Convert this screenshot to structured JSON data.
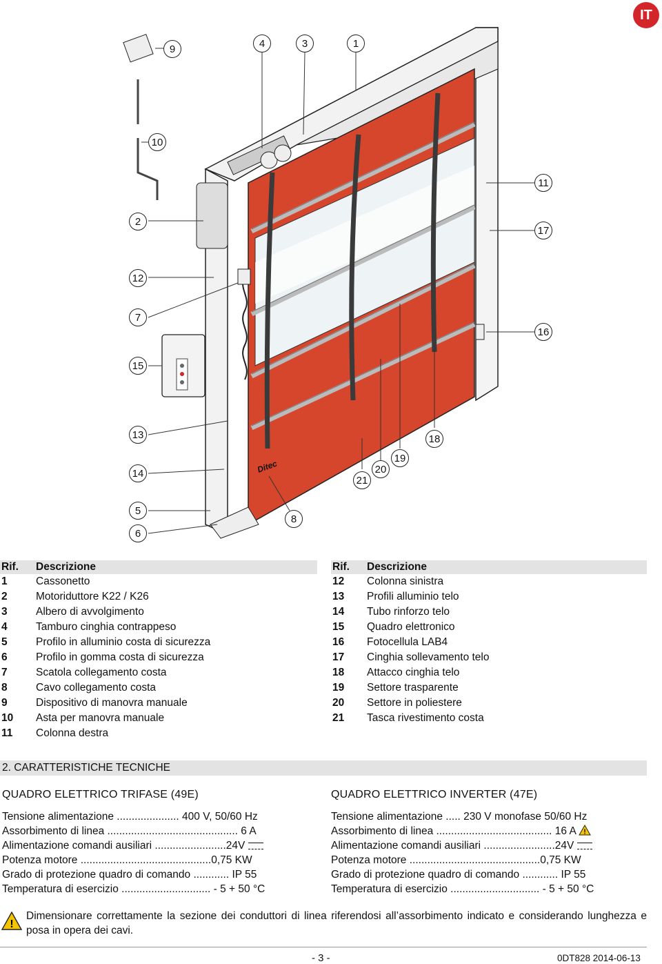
{
  "lang_badge": "IT",
  "callouts": [
    "9",
    "4",
    "3",
    "1",
    "10",
    "11",
    "2",
    "17",
    "12",
    "7",
    "16",
    "15",
    "13",
    "18",
    "19",
    "14",
    "20",
    "21",
    "5",
    "8",
    "6"
  ],
  "brand_on_door": "Ditec",
  "legend_left": {
    "header": {
      "ref": "Rif.",
      "desc": "Descrizione"
    },
    "rows": [
      {
        "ref": "1",
        "desc": "Cassonetto"
      },
      {
        "ref": "2",
        "desc": "Motoriduttore K22 / K26"
      },
      {
        "ref": "3",
        "desc": "Albero di avvolgimento"
      },
      {
        "ref": "4",
        "desc": "Tamburo cinghia contrappeso"
      },
      {
        "ref": "5",
        "desc": "Profilo in alluminio costa di sicurezza"
      },
      {
        "ref": "6",
        "desc": "Profilo in gomma costa di sicurezza"
      },
      {
        "ref": "7",
        "desc": "Scatola collegamento costa"
      },
      {
        "ref": "8",
        "desc": "Cavo collegamento costa"
      },
      {
        "ref": "9",
        "desc": "Dispositivo di manovra manuale"
      },
      {
        "ref": "10",
        "desc": "Asta per manovra manuale"
      },
      {
        "ref": "11",
        "desc": "Colonna destra"
      }
    ]
  },
  "legend_right": {
    "header": {
      "ref": "Rif.",
      "desc": "Descrizione"
    },
    "rows": [
      {
        "ref": "12",
        "desc": "Colonna sinistra"
      },
      {
        "ref": "13",
        "desc": "Profili alluminio telo"
      },
      {
        "ref": "14",
        "desc": "Tubo rinforzo telo"
      },
      {
        "ref": "15",
        "desc": "Quadro elettronico"
      },
      {
        "ref": "16",
        "desc": "Fotocellula LAB4"
      },
      {
        "ref": "17",
        "desc": "Cinghia sollevamento telo"
      },
      {
        "ref": "18",
        "desc": "Attacco cinghia telo"
      },
      {
        "ref": "19",
        "desc": "Settore trasparente"
      },
      {
        "ref": "20",
        "desc": "Settore in poliestere"
      },
      {
        "ref": "21",
        "desc": "Tasca rivestimento costa"
      }
    ]
  },
  "section_title": "2. CARATTERISTICHE TECNICHE",
  "spec_left": {
    "title": "QUADRO ELETTRICO TRIFASE (49E)",
    "lines": [
      "Tensione alimentazione ..................... 400 V, 50/60 Hz",
      "Assorbimento di linea ............................................ 6 A",
      "Alimentazione comandi ausiliari ........................24V",
      "Potenza motore ............................................0,75 KW",
      "Grado di protezione quadro di comando ............ IP 55",
      "Temperatura di esercizio .............................. - 5 + 50 °C"
    ]
  },
  "spec_right": {
    "title": "QUADRO ELETTRICO INVERTER (47E)",
    "lines": [
      "Tensione alimentazione ..... 230 V monofase 50/60 Hz",
      "Assorbimento di linea ....................................... 16 A",
      "Alimentazione comandi ausiliari ........................24V",
      "Potenza motore ............................................0,75 KW",
      "Grado di protezione quadro di comando ............ IP 55",
      "Temperatura di esercizio .............................. - 5 + 50 °C"
    ]
  },
  "warning_note": "Dimensionare correttamente la sezione dei conduttori di linea riferendosi all’assorbimento indicato e considerando lunghezza e posa in opera dei cavi.",
  "page_number": "- 3 -",
  "doc_code": "0DT828  2014-06-13",
  "colors": {
    "door_red": "#d5462c",
    "badge_red": "#d2262a",
    "warning_yellow": "#f5c400"
  }
}
